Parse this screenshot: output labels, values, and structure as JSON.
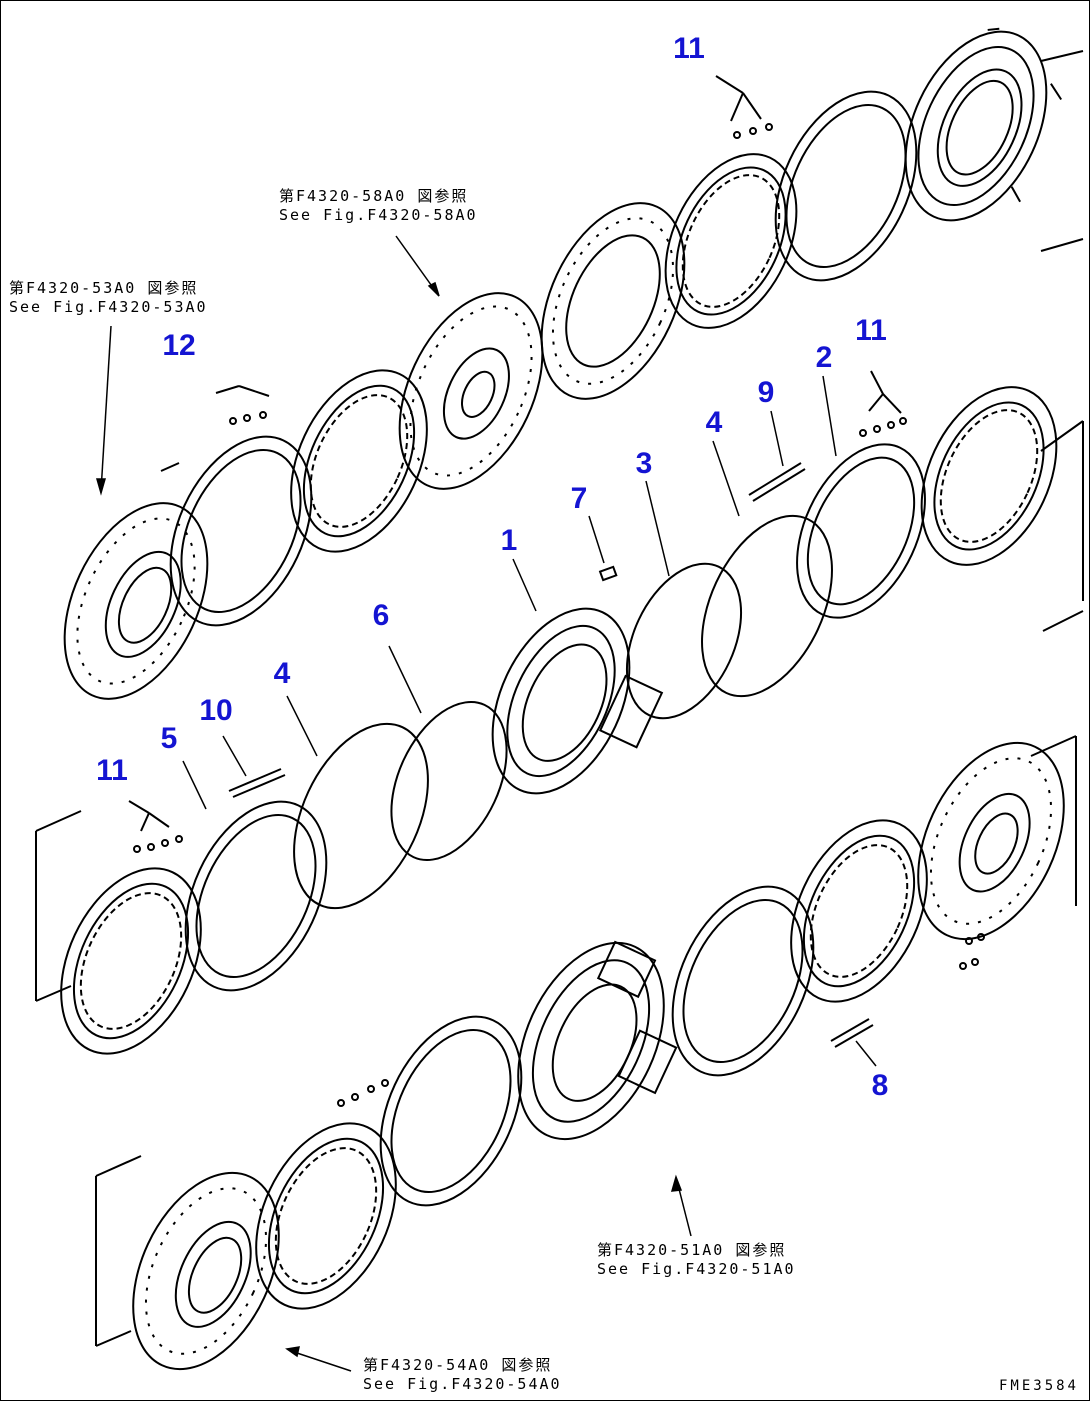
{
  "callouts": {
    "c1": "1",
    "c2": "2",
    "c3": "3",
    "c4a": "4",
    "c4b": "4",
    "c5": "5",
    "c6": "6",
    "c7": "7",
    "c8": "8",
    "c9": "9",
    "c10": "10",
    "c11a": "11",
    "c11b": "11",
    "c11c": "11",
    "c12": "12"
  },
  "references": {
    "top": {
      "jp": "第F4320-58A0 図参照",
      "en": "See Fig.F4320-58A0"
    },
    "left": {
      "jp": "第F4320-53A0 図参照",
      "en": "See Fig.F4320-53A0"
    },
    "lower_right": {
      "jp": "第F4320-51A0 図参照",
      "en": "See Fig.F4320-51A0"
    },
    "bottom": {
      "jp": "第F4320-54A0 図参照",
      "en": "See Fig.F4320-54A0"
    }
  },
  "sheet_id": "FME3584",
  "colors": {
    "callout": "#1414d2",
    "line": "#000000"
  }
}
